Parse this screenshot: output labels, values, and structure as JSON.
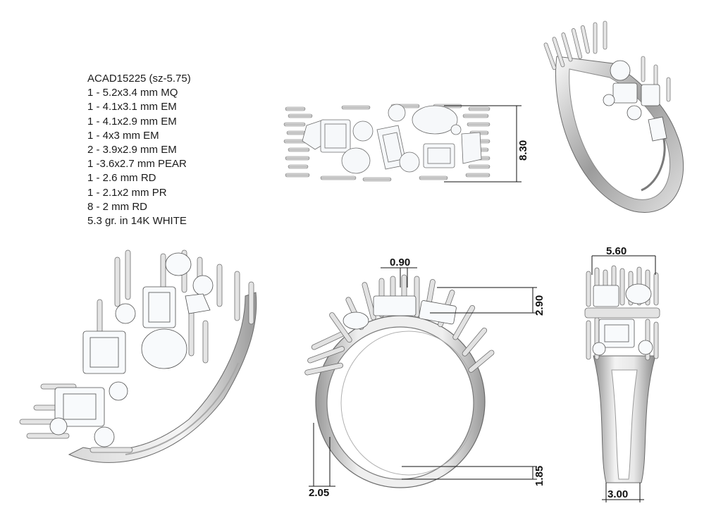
{
  "specs": {
    "title": "ACAD15225 (sz-5.75)",
    "lines": [
      "1 - 5.2x3.4 mm MQ",
      "1 - 4.1x3.1 mm EM",
      "1 - 4.1x2.9 mm EM",
      "1 - 4x3 mm EM",
      "2 - 3.9x2.9 mm EM",
      "1 -3.6x2.7 mm PEAR",
      "1 - 2.6 mm RD",
      "1 - 2.1x2 mm PR",
      "8 - 2 mm RD",
      "5.3 gr.  in 14K WHITE"
    ]
  },
  "dimensions": {
    "top_height": "8.30",
    "prong_width": "0.90",
    "head_height": "2.90",
    "shank_bottom": "1.85",
    "shank_side": "2.05",
    "side_top_width": "5.60",
    "side_bottom_width": "3.00"
  },
  "colors": {
    "metal": "#c9c9c9",
    "metal_dark": "#8a8a8a",
    "stone": "#f4f6f8",
    "line": "#111111"
  }
}
